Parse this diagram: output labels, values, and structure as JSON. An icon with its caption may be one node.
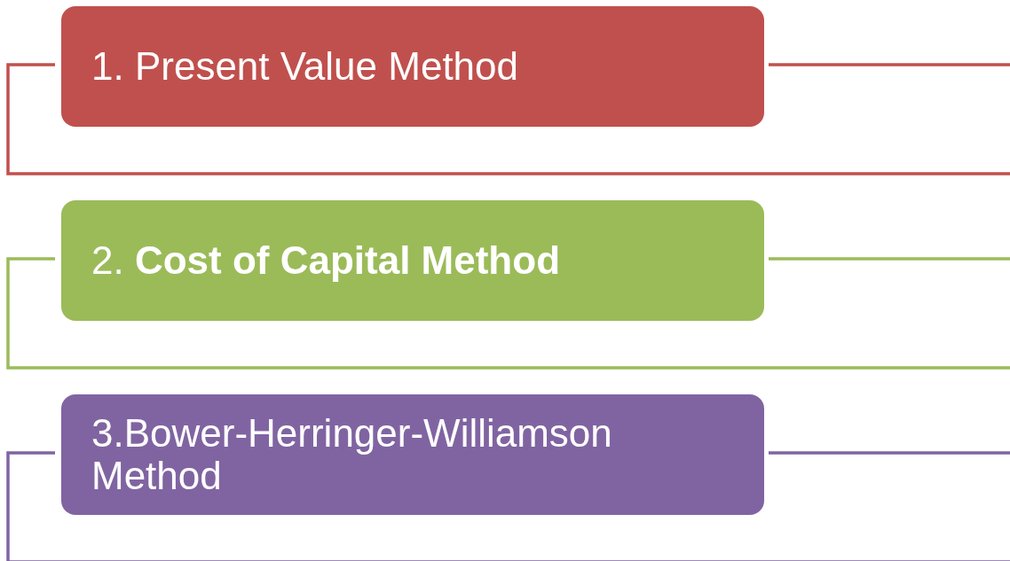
{
  "diagram": {
    "nodes": [
      {
        "text": [
          "1. Present Value Method"
        ]
      },
      {
        "text": [
          "2. **Cost of Capital Method**"
        ]
      },
      {
        "text": [
          "3.Bower-Herringer-Williamson Method"
        ]
      }
    ]
  }
}
